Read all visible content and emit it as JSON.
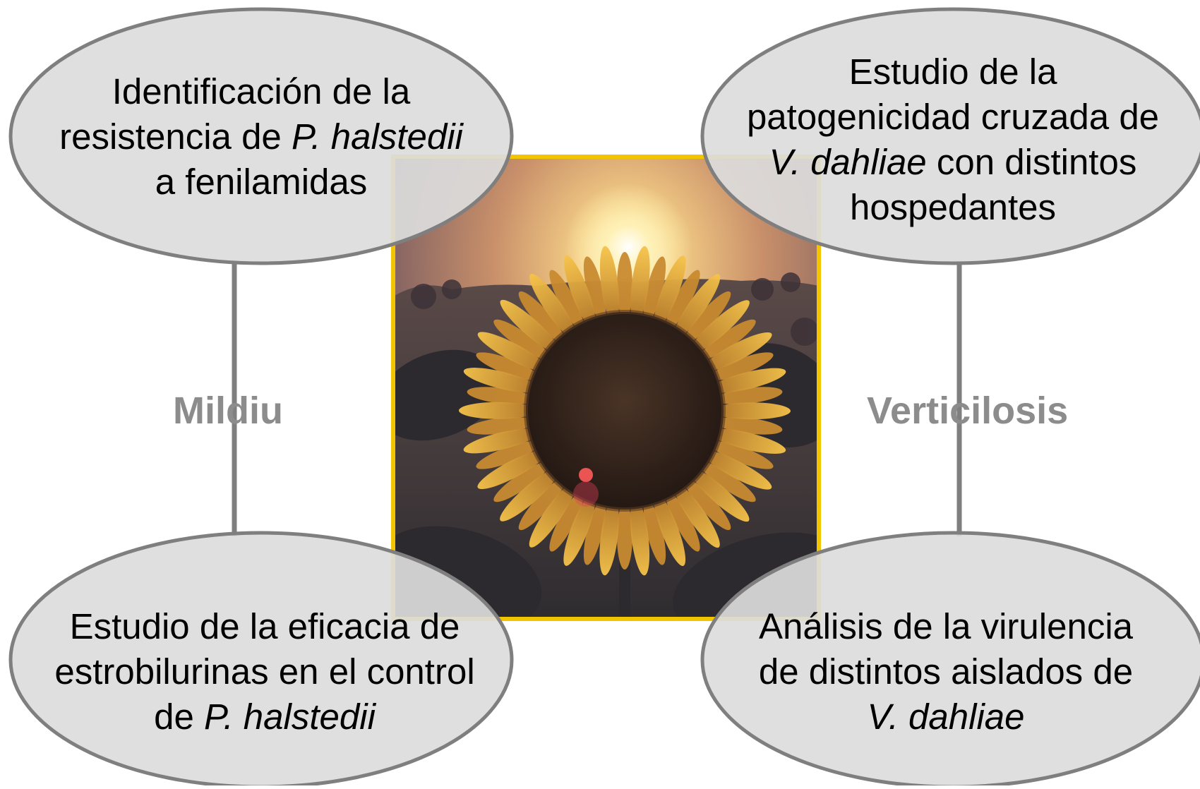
{
  "colors": {
    "ellipse_fill": "#dcdcdc",
    "ellipse_stroke": "#7f7f7f",
    "photo_border": "#f2c500",
    "label_gray": "#8c8c8c"
  },
  "photo": {
    "subject": "sunflower at sunset"
  },
  "categories": {
    "left": "Mildiu",
    "right": "Verticilosis"
  },
  "ellipses": {
    "top_left": {
      "line1": "Identificación de la",
      "line2_a": "resistencia de ",
      "line2_b": "P. halstedii",
      "line3": "a fenilamidas"
    },
    "top_right": {
      "line1": "Estudio de la",
      "line2": "patogenicidad cruzada de",
      "line3_a": "V. dahliae",
      "line3_b": " con distintos",
      "line4": "hospedantes"
    },
    "bottom_left": {
      "line1": "Estudio de la eficacia de",
      "line2": "estrobilurinas en el control",
      "line3_a": "de ",
      "line3_b": "P. halstedii"
    },
    "bottom_right": {
      "line1": "Análisis de la virulencia",
      "line2": "de distintos aislados de",
      "line3": "V. dahliae"
    }
  }
}
